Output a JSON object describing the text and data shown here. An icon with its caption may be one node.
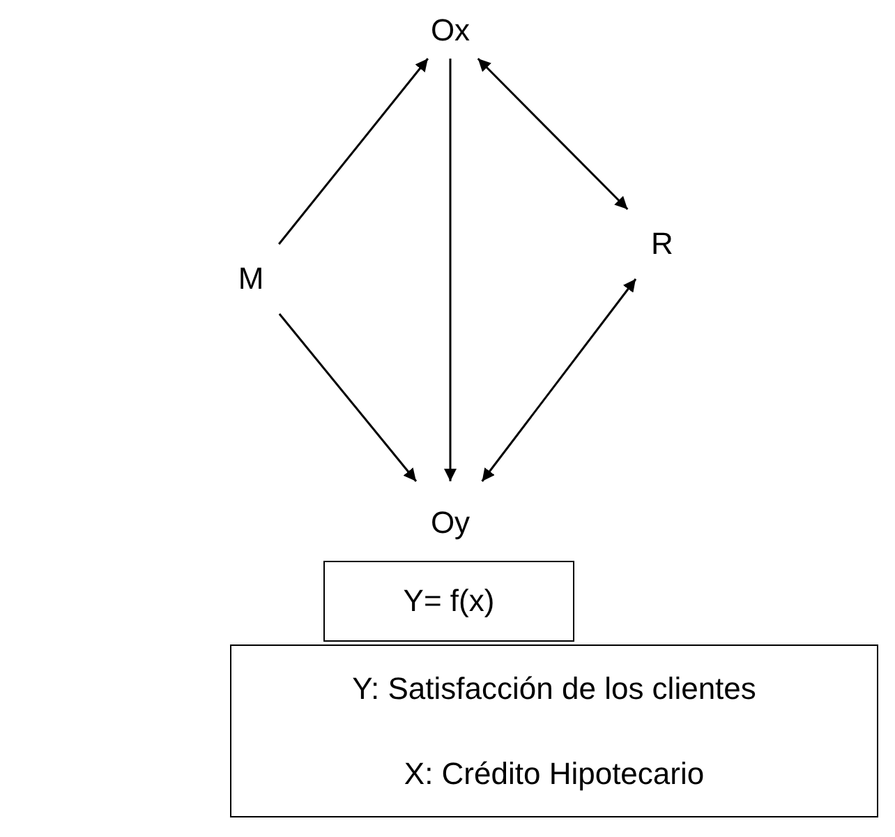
{
  "diagram": {
    "nodes": [
      {
        "text": [
          "Ox"
        ]
      },
      {
        "text": [
          "M"
        ]
      },
      {
        "text": [
          "R"
        ]
      },
      {
        "text": [
          "Oy"
        ]
      },
      {
        "text": [
          "Y= f(x)"
        ]
      },
      {
        "text": [
          "Y: Satisfacción de los clientes",
          "X: Crédito Hipotecario"
        ]
      }
    ],
    "edges": [
      {
        "from": 1,
        "to": 0,
        "arrow": "to"
      },
      {
        "from": 0,
        "to": 3,
        "arrow": "to"
      },
      {
        "from": 0,
        "to": 2,
        "arrow": "both"
      },
      {
        "from": 1,
        "to": 3,
        "arrow": "to"
      },
      {
        "from": 2,
        "to": 3,
        "arrow": "both"
      }
    ]
  }
}
